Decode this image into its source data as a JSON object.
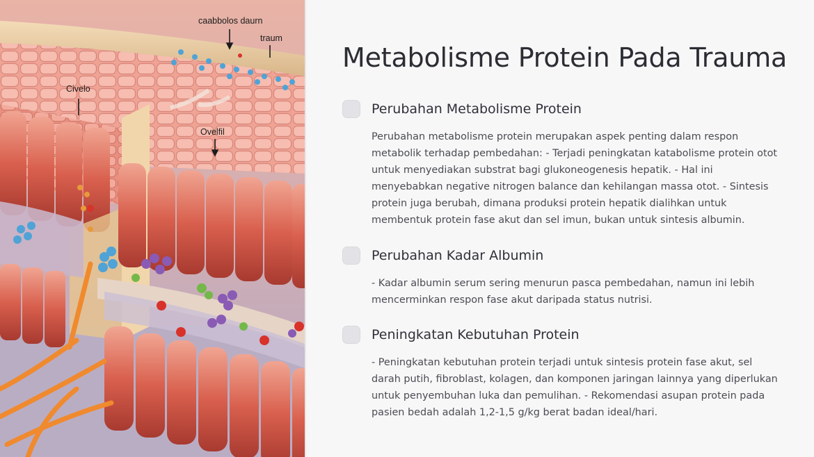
{
  "slide": {
    "title": "Metabolisme Protein Pada Trauma",
    "illustration": {
      "labels": {
        "catabolism": "caabbolos daurn",
        "trauma": "traum",
        "civelo": "Civelo",
        "ovelfil": "Ovelfil"
      }
    },
    "sections": [
      {
        "title": "Perubahan Metabolisme Protein",
        "body": "Perubahan metabolisme protein merupakan aspek penting dalam respon metabolik terhadap pembedahan: - Terjadi peningkatan katabolisme protein otot untuk menyediakan substrat bagi glukoneogenesis hepatik. - Hal ini menyebabkan negative nitrogen balance dan kehilangan massa otot. - Sintesis protein juga berubah, dimana produksi protein hepatik dialihkan untuk membentuk protein fase akut dan sel imun, bukan untuk sintesis albumin."
      },
      {
        "title": "Perubahan Kadar Albumin",
        "body": "- Kadar albumin serum sering menurun pasca pembedahan, namun ini lebih mencerminkan respon fase akut daripada status nutrisi."
      },
      {
        "title": "Peningkatan Kebutuhan Protein",
        "body": "- Peningkatan kebutuhan protein terjadi untuk sintesis protein fase akut, sel darah putih, fibroblast, kolagen, dan komponen jaringan lainnya yang diperlukan untuk penyembuhan luka dan pemulihan. - Rekomendasi asupan protein pada pasien bedah adalah 1,2-1,5 g/kg berat badan ideal/hari."
      }
    ]
  }
}
